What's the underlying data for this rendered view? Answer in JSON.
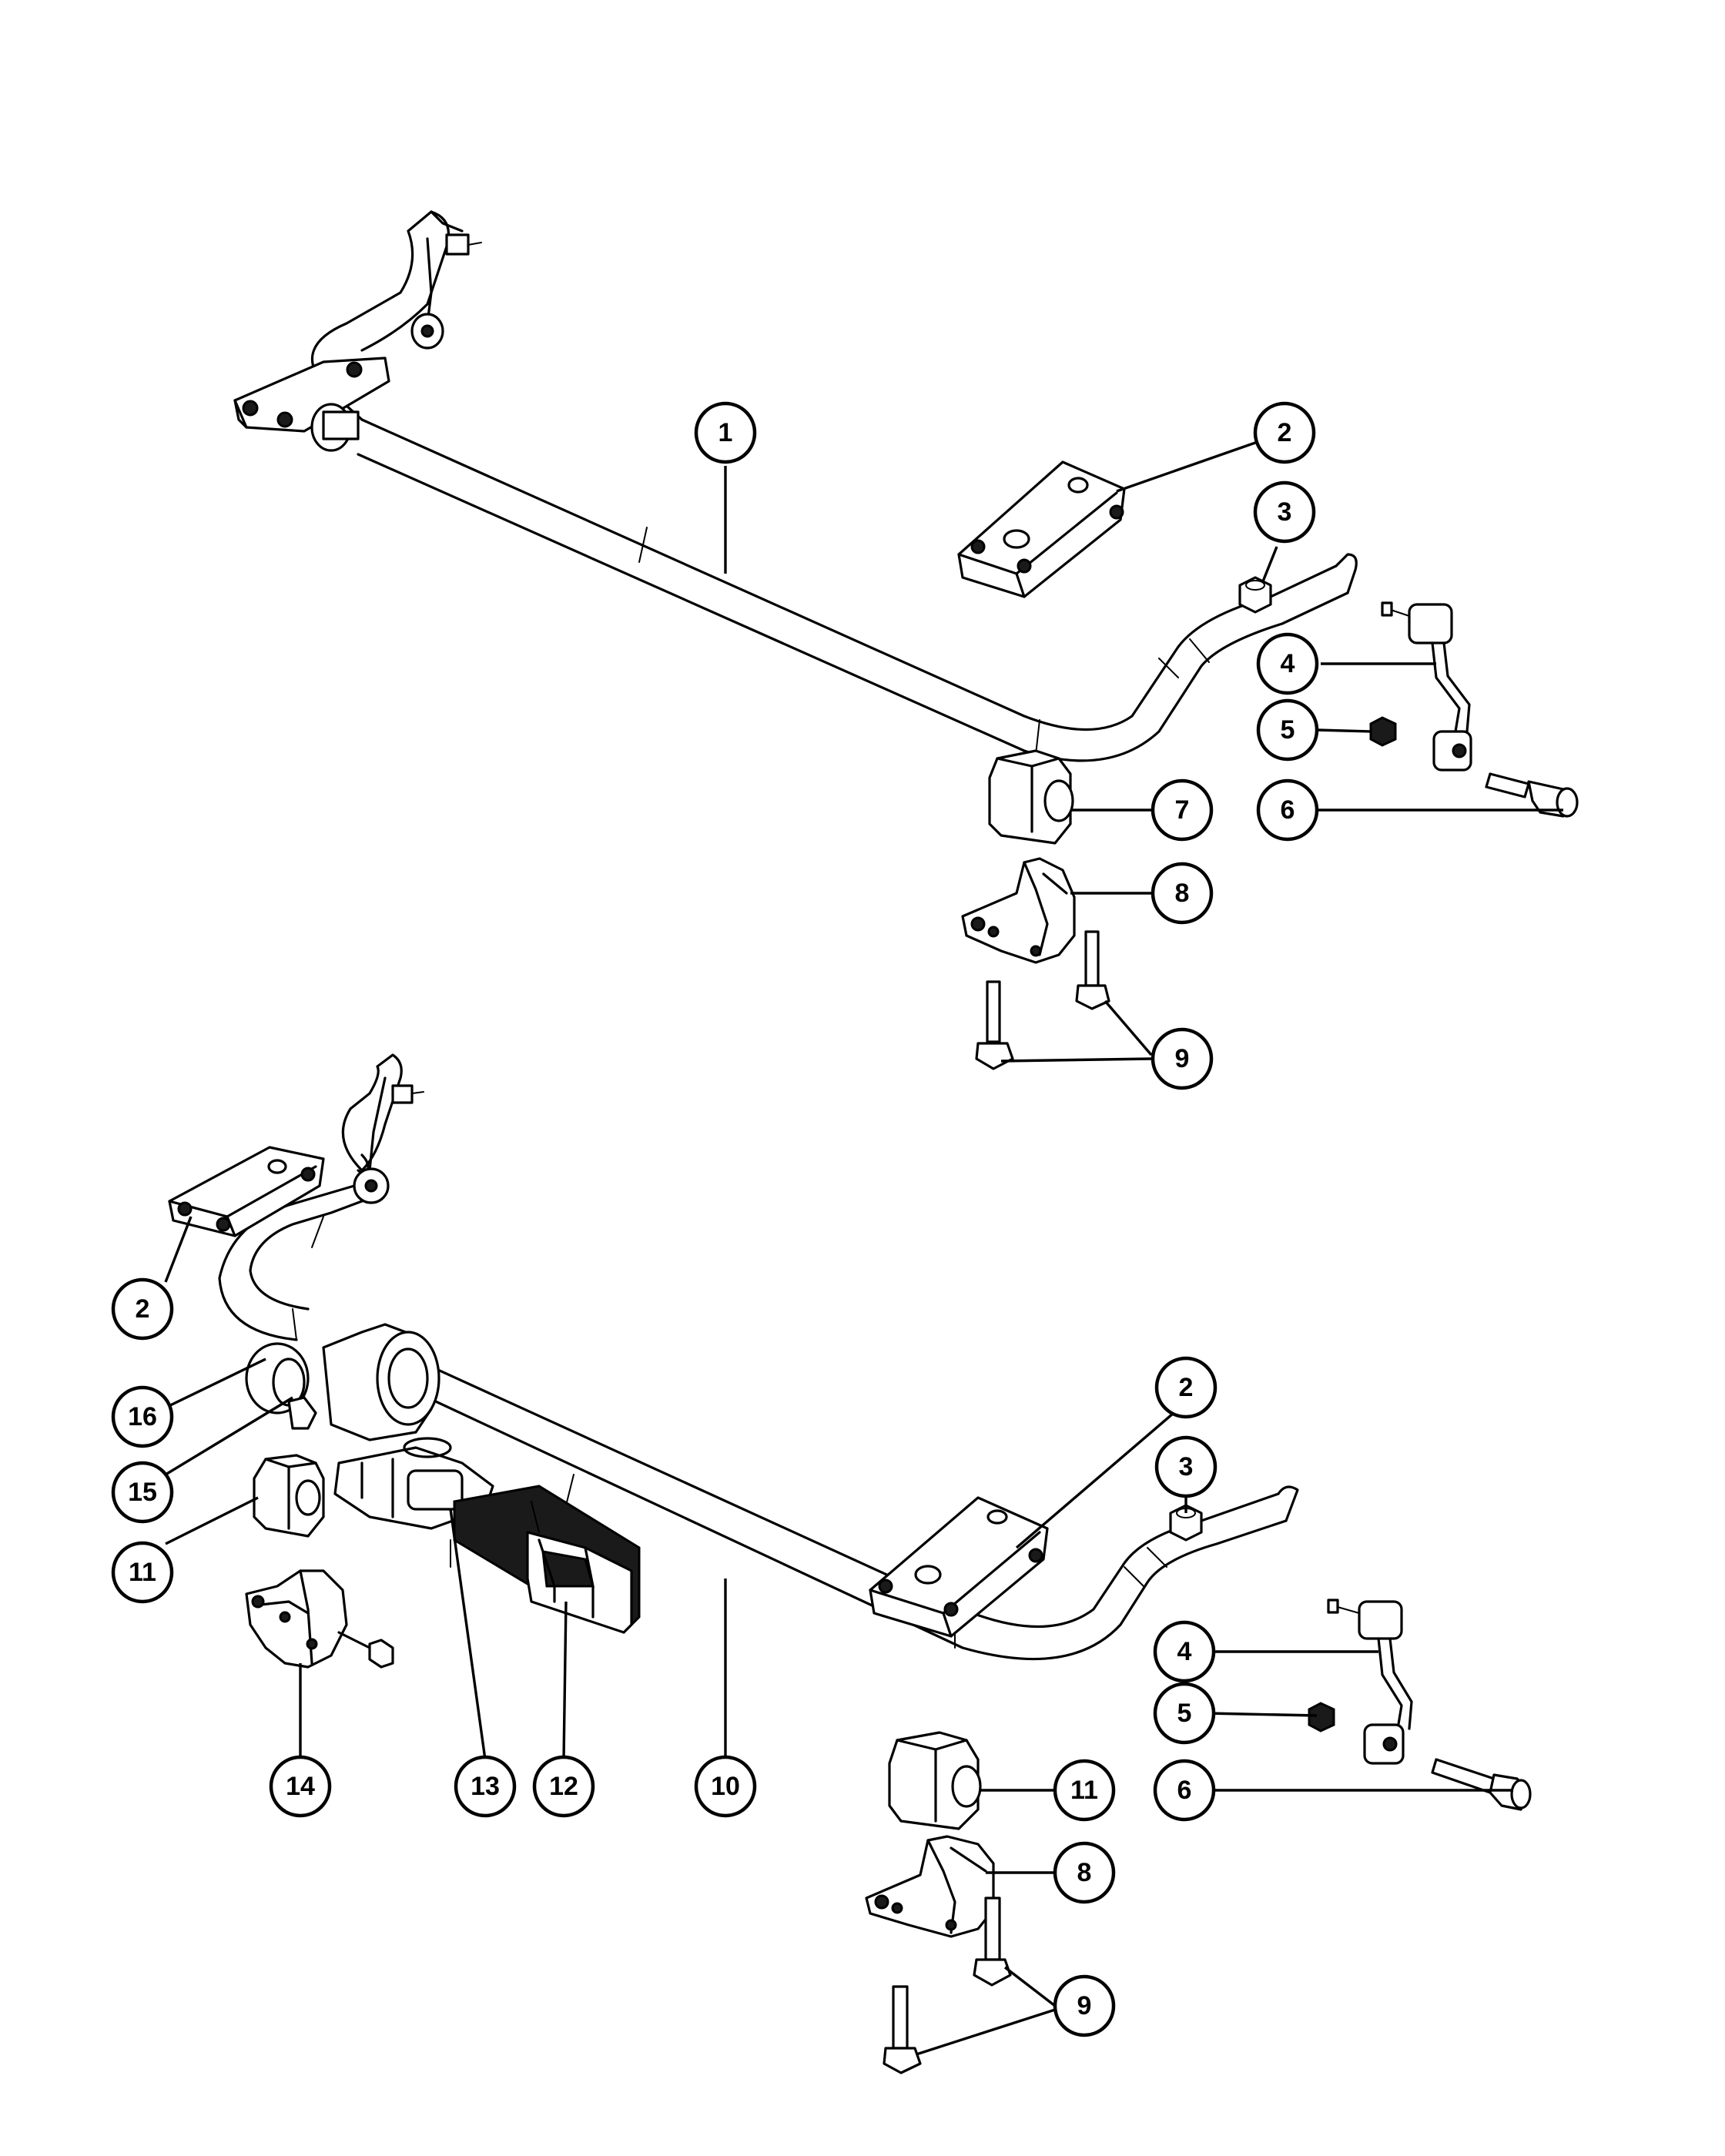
{
  "callouts": [
    {
      "id": "c1",
      "label": "1"
    },
    {
      "id": "c2a",
      "label": "2"
    },
    {
      "id": "c3a",
      "label": "3"
    },
    {
      "id": "c4a",
      "label": "4"
    },
    {
      "id": "c5a",
      "label": "5"
    },
    {
      "id": "c6a",
      "label": "6"
    },
    {
      "id": "c7",
      "label": "7"
    },
    {
      "id": "c8a",
      "label": "8"
    },
    {
      "id": "c9a",
      "label": "9"
    },
    {
      "id": "c2b",
      "label": "2"
    },
    {
      "id": "c16",
      "label": "16"
    },
    {
      "id": "c15",
      "label": "15"
    },
    {
      "id": "c11a",
      "label": "11"
    },
    {
      "id": "c2c",
      "label": "2"
    },
    {
      "id": "c3b",
      "label": "3"
    },
    {
      "id": "c4b",
      "label": "4"
    },
    {
      "id": "c5b",
      "label": "5"
    },
    {
      "id": "c6b",
      "label": "6"
    },
    {
      "id": "c14",
      "label": "14"
    },
    {
      "id": "c13",
      "label": "13"
    },
    {
      "id": "c12",
      "label": "12"
    },
    {
      "id": "c10",
      "label": "10"
    },
    {
      "id": "c11b",
      "label": "11"
    },
    {
      "id": "c8b",
      "label": "8"
    },
    {
      "id": "c9b",
      "label": "9"
    }
  ]
}
